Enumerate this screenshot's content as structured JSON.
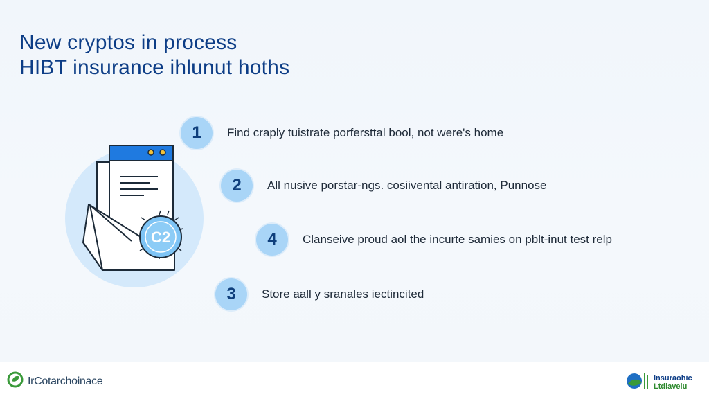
{
  "title": {
    "line1": "New cryptos in process",
    "line2": "HIBT insurance ihlunut hoths"
  },
  "steps": [
    {
      "number": "1",
      "text": "Find craply tuistrate porfersttal bool, not were's home"
    },
    {
      "number": "2",
      "text": "All nusive porstar‑ngs. cosiivental antiration, Punnose"
    },
    {
      "number": "4",
      "text": "Clanseive proud aol the incurte samies on pblt‑inut test relp"
    },
    {
      "number": "3",
      "text": "Store aall y sranales iectincited"
    }
  ],
  "footer": {
    "left_brand": "IrCotarchoinace",
    "right_brand_line1": "Insuraohic",
    "right_brand_line2": "Ltdiavelu"
  },
  "colors": {
    "title": "#0d3d86",
    "badge_bg": "#a9d5f7",
    "document_header": "#1f7ae0",
    "seal_bg": "#7ec4f5"
  },
  "icons": {
    "illustration": "document-envelope-icon",
    "seal": "seal-icon",
    "footer_left_logo": "leaf-logo-icon",
    "footer_right_logo": "globe-leaf-logo-icon"
  }
}
